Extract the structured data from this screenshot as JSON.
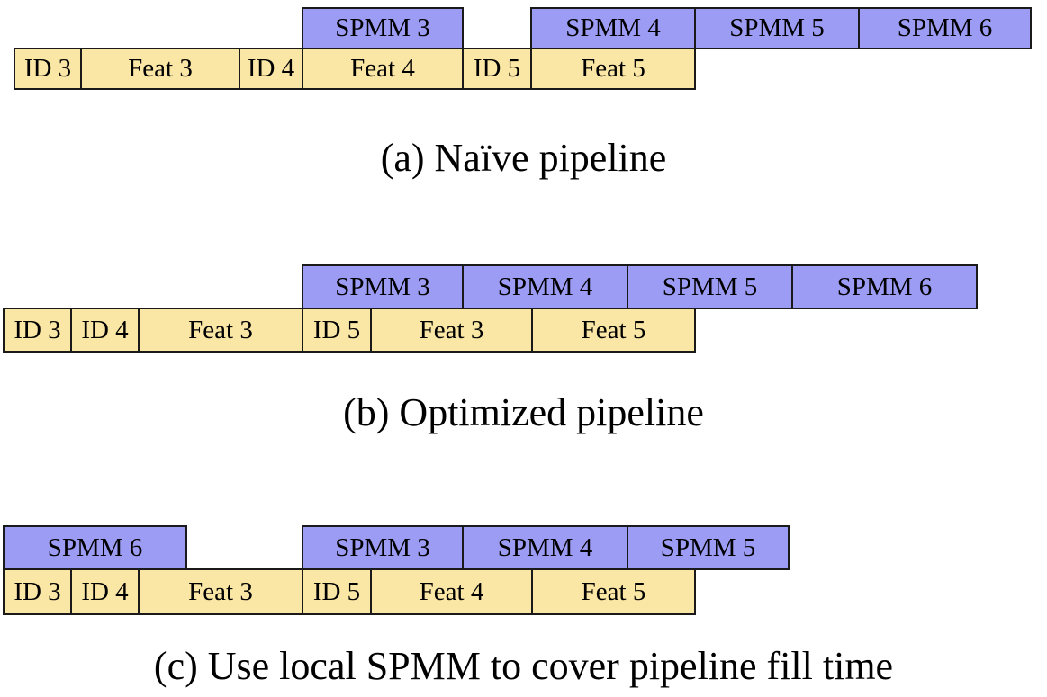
{
  "colors": {
    "spmm": "#9c9cf5",
    "load": "#fbe7a5",
    "border": "#1a1a1a"
  },
  "panels": [
    {
      "caption": "(a) Naïve pipeline",
      "top_row": [
        "SPMM 3",
        "SPMM 4",
        "SPMM 5",
        "SPMM 6"
      ],
      "bottom_row": [
        "ID 3",
        "Feat 3",
        "ID 4",
        "Feat 4",
        "ID 5",
        "Feat 5"
      ]
    },
    {
      "caption": "(b) Optimized pipeline",
      "top_row": [
        "SPMM 3",
        "SPMM 4",
        "SPMM 5",
        "SPMM 6"
      ],
      "bottom_row": [
        "ID 3",
        "ID 4",
        "Feat 3",
        "ID 5",
        "Feat 3",
        "Feat 5"
      ]
    },
    {
      "caption": "(c) Use local SPMM to cover pipeline fill time",
      "top_row": [
        "SPMM 6",
        "SPMM 3",
        "SPMM 4",
        "SPMM 5"
      ],
      "bottom_row": [
        "ID 3",
        "ID 4",
        "Feat 3",
        "ID 5",
        "Feat 4",
        "Feat 5"
      ]
    }
  ]
}
